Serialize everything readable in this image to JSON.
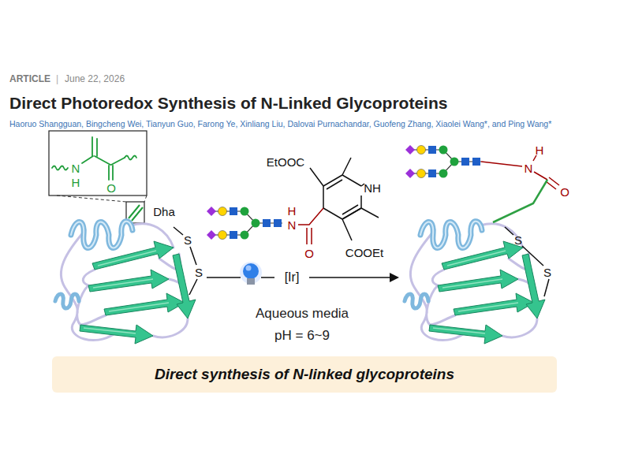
{
  "diagram": {
    "title": "Direct Photoredox Synthesis of N-Linked Glycoproteins",
    "nodes": [
      {
        "text": [
          "Direct synthesis of N-linked glycoproteins"
        ]
      }
    ],
    "labels": [
      "ARTICLE",
      "|",
      "June 22, 2026",
      "Haoruo Shangguan, Bingcheng Wei, Tianyun Guo, Farong Ye, Xinliang Liu, Dalovai Purnachandar, Guofeng Zhang, Xiaolei Wang*, and Ping Wang*",
      "N",
      "H",
      "O",
      "Dha",
      "S",
      "S",
      "EtOOC",
      "NH",
      "H",
      "N",
      "O",
      "COOEt",
      "[Ir]",
      "Aqueous media",
      "pH = 6~9",
      "H",
      "N",
      "O",
      "S",
      "S"
    ]
  }
}
